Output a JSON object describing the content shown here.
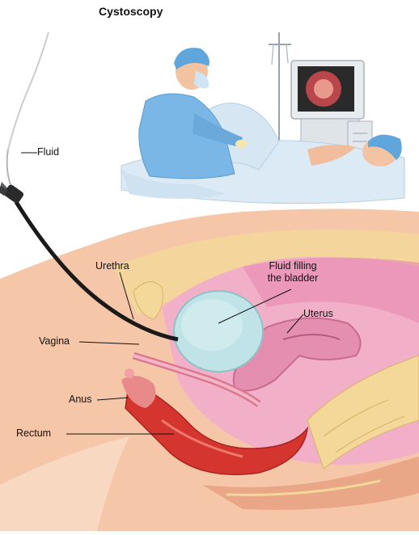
{
  "title": "Cystoscopy",
  "labels": {
    "fluid": "Fluid",
    "urethra": "Urethra",
    "fluid_filling": "Fluid filling",
    "the_bladder": "the bladder",
    "uterus": "Uterus",
    "vagina": "Vagina",
    "anus": "Anus",
    "rectum": "Rectum"
  },
  "colors": {
    "skin": "#f6c6a8",
    "skin_dark": "#e9a787",
    "bladder_fluid": "#bfe3e6",
    "uterus": "#e58fb0",
    "pelvic_cavity": "#f2b0c8",
    "rectum": "#d4352e",
    "bone": "#f3d89a",
    "scrubs": "#7ab7e6",
    "monitor_screen": "#b9464a",
    "scope": "#1a1a1a"
  }
}
